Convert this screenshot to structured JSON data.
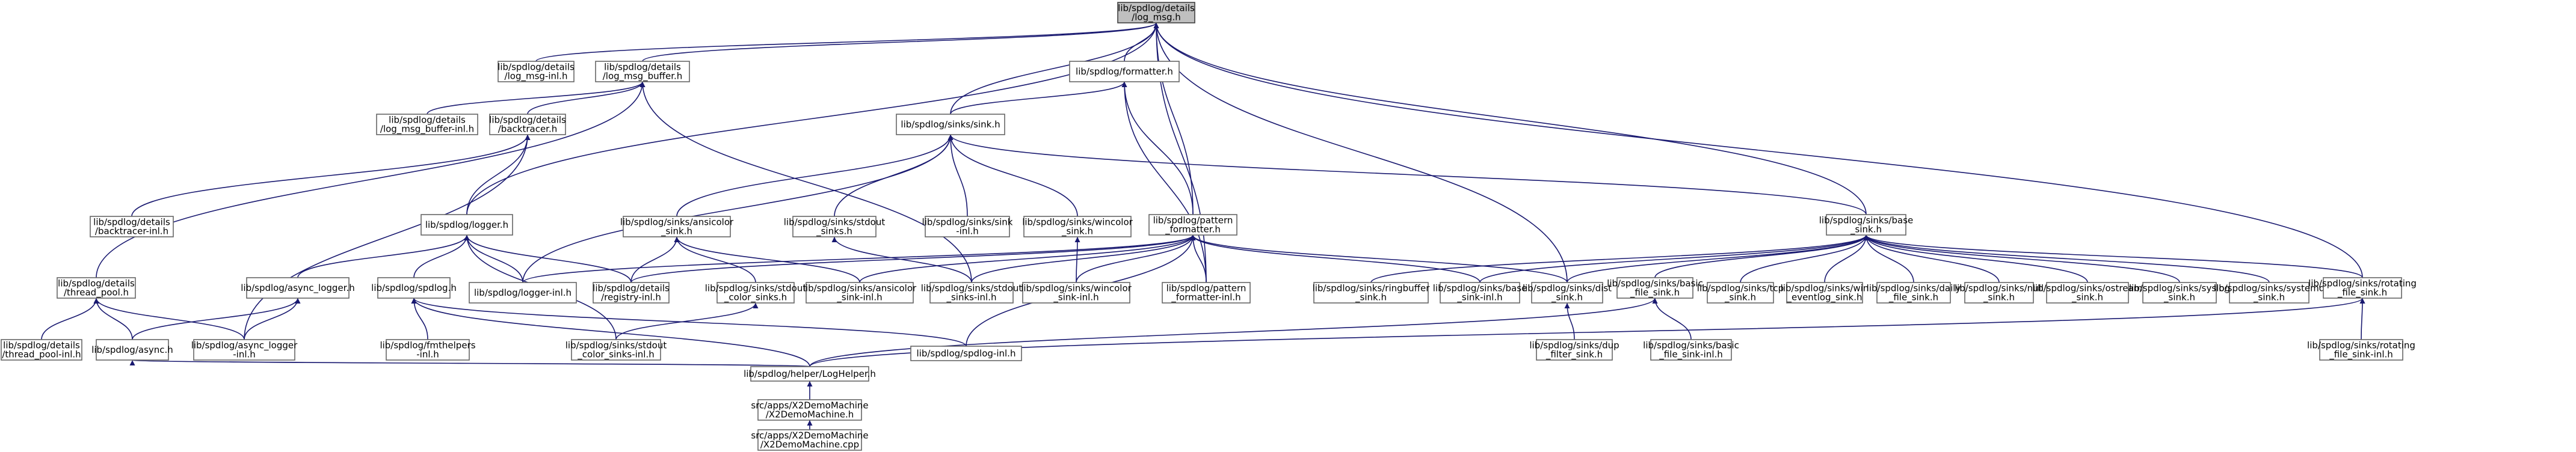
{
  "graph": {
    "colors": {
      "edge": "#191970",
      "node_border": "#666666",
      "root_fill": "#bfbfbf",
      "node_fill": "#ffffff"
    },
    "nodes": [
      {
        "id": "log_msg",
        "lines": [
          "lib/spdlog/details",
          "/log_msg.h"
        ],
        "root": true
      },
      {
        "id": "log_msg_inl",
        "lines": [
          "lib/spdlog/details",
          "/log_msg-inl.h"
        ]
      },
      {
        "id": "log_msg_buffer",
        "lines": [
          "lib/spdlog/details",
          "/log_msg_buffer.h"
        ]
      },
      {
        "id": "formatter",
        "lines": [
          "lib/spdlog/formatter.h"
        ]
      },
      {
        "id": "log_msg_buffer_inl",
        "lines": [
          "lib/spdlog/details",
          "/log_msg_buffer-inl.h"
        ]
      },
      {
        "id": "backtracer",
        "lines": [
          "lib/spdlog/details",
          "/backtracer.h"
        ]
      },
      {
        "id": "sink",
        "lines": [
          "lib/spdlog/sinks/sink.h"
        ]
      },
      {
        "id": "backtracer_inl",
        "lines": [
          "lib/spdlog/details",
          "/backtracer-inl.h"
        ]
      },
      {
        "id": "logger",
        "lines": [
          "lib/spdlog/logger.h"
        ]
      },
      {
        "id": "ansicolor_sink",
        "lines": [
          "lib/spdlog/sinks/ansicolor",
          "_sink.h"
        ]
      },
      {
        "id": "stdout_sinks",
        "lines": [
          "lib/spdlog/sinks/stdout",
          "_sinks.h"
        ]
      },
      {
        "id": "sink_inl",
        "lines": [
          "lib/spdlog/sinks/sink",
          "-inl.h"
        ]
      },
      {
        "id": "wincolor_sink",
        "lines": [
          "lib/spdlog/sinks/wincolor",
          "_sink.h"
        ]
      },
      {
        "id": "pattern_formatter",
        "lines": [
          "lib/spdlog/pattern",
          "_formatter.h"
        ]
      },
      {
        "id": "base_sink",
        "lines": [
          "lib/spdlog/sinks/base",
          "_sink.h"
        ]
      },
      {
        "id": "thread_pool",
        "lines": [
          "lib/spdlog/details",
          "/thread_pool.h"
        ]
      },
      {
        "id": "async_logger",
        "lines": [
          "lib/spdlog/async_logger.h"
        ]
      },
      {
        "id": "spdlog",
        "lines": [
          "lib/spdlog/spdlog.h"
        ]
      },
      {
        "id": "logger_inl",
        "lines": [
          "lib/spdlog/logger-inl.h"
        ]
      },
      {
        "id": "registry_inl",
        "lines": [
          "lib/spdlog/details",
          "/registry-inl.h"
        ]
      },
      {
        "id": "stdout_color_sinks",
        "lines": [
          "lib/spdlog/sinks/stdout",
          "_color_sinks.h"
        ]
      },
      {
        "id": "ansicolor_sink_inl",
        "lines": [
          "lib/spdlog/sinks/ansicolor",
          "_sink-inl.h"
        ]
      },
      {
        "id": "stdout_sinks_inl",
        "lines": [
          "lib/spdlog/sinks/stdout",
          "_sinks-inl.h"
        ]
      },
      {
        "id": "wincolor_sink_inl",
        "lines": [
          "lib/spdlog/sinks/wincolor",
          "_sink-inl.h"
        ]
      },
      {
        "id": "pattern_formatter_inl",
        "lines": [
          "lib/spdlog/pattern",
          "_formatter-inl.h"
        ]
      },
      {
        "id": "ringbuffer_sink",
        "lines": [
          "lib/spdlog/sinks/ringbuffer",
          "_sink.h"
        ]
      },
      {
        "id": "base_sink_inl",
        "lines": [
          "lib/spdlog/sinks/base",
          "_sink-inl.h"
        ]
      },
      {
        "id": "dist_sink",
        "lines": [
          "lib/spdlog/sinks/dist",
          "_sink.h"
        ]
      },
      {
        "id": "basic_file_sink",
        "lines": [
          "lib/spdlog/sinks/basic",
          "_file_sink.h"
        ]
      },
      {
        "id": "tcp_sink",
        "lines": [
          "lib/spdlog/sinks/tcp",
          "_sink.h"
        ]
      },
      {
        "id": "win_eventlog_sink",
        "lines": [
          "lib/spdlog/sinks/win",
          "_eventlog_sink.h"
        ]
      },
      {
        "id": "daily_file_sink",
        "lines": [
          "lib/spdlog/sinks/daily",
          "_file_sink.h"
        ]
      },
      {
        "id": "null_sink",
        "lines": [
          "lib/spdlog/sinks/null",
          "_sink.h"
        ]
      },
      {
        "id": "ostream_sink",
        "lines": [
          "lib/spdlog/sinks/ostream",
          "_sink.h"
        ]
      },
      {
        "id": "syslog_sink",
        "lines": [
          "lib/spdlog/sinks/syslog",
          "_sink.h"
        ]
      },
      {
        "id": "systemd_sink",
        "lines": [
          "lib/spdlog/sinks/systemd",
          "_sink.h"
        ]
      },
      {
        "id": "rotating_file_sink",
        "lines": [
          "lib/spdlog/sinks/rotating",
          "_file_sink.h"
        ]
      },
      {
        "id": "thread_pool_inl",
        "lines": [
          "lib/spdlog/details",
          "/thread_pool-inl.h"
        ]
      },
      {
        "id": "async",
        "lines": [
          "lib/spdlog/async.h"
        ]
      },
      {
        "id": "async_logger_inl",
        "lines": [
          "lib/spdlog/async_logger",
          "-inl.h"
        ]
      },
      {
        "id": "fmt_helpers",
        "lines": [
          "lib/spdlog/fmthelpers",
          "-inl.h"
        ]
      },
      {
        "id": "stdout_color_sinks_inl",
        "lines": [
          "lib/spdlog/sinks/stdout",
          "_color_sinks-inl.h"
        ]
      },
      {
        "id": "spdlog_inl",
        "lines": [
          "lib/spdlog/spdlog-inl.h"
        ]
      },
      {
        "id": "dup_filter_sink",
        "lines": [
          "lib/spdlog/sinks/dup",
          "_filter_sink.h"
        ]
      },
      {
        "id": "basic_file_sink_inl",
        "lines": [
          "lib/spdlog/sinks/basic",
          "_file_sink-inl.h"
        ]
      },
      {
        "id": "rotating_file_sink_inl",
        "lines": [
          "lib/spdlog/sinks/rotating",
          "_file_sink-inl.h"
        ]
      },
      {
        "id": "loghelper",
        "lines": [
          "lib/spdlog/helper/LogHelper.h"
        ]
      },
      {
        "id": "x2demo_h",
        "lines": [
          "src/apps/X2DemoMachine",
          "/X2DemoMachine.h"
        ]
      },
      {
        "id": "x2demo_cpp",
        "lines": [
          "src/apps/X2DemoMachine",
          "/X2DemoMachine.cpp"
        ]
      }
    ],
    "edges": [
      [
        "log_msg_inl",
        "log_msg"
      ],
      [
        "log_msg_buffer",
        "log_msg"
      ],
      [
        "formatter",
        "log_msg"
      ],
      [
        "sink",
        "log_msg"
      ],
      [
        "logger",
        "log_msg"
      ],
      [
        "pattern_formatter",
        "log_msg"
      ],
      [
        "base_sink",
        "log_msg"
      ],
      [
        "pattern_formatter_inl",
        "log_msg"
      ],
      [
        "dist_sink",
        "log_msg"
      ],
      [
        "rotating_file_sink",
        "log_msg"
      ],
      [
        "log_msg_buffer_inl",
        "log_msg_buffer"
      ],
      [
        "backtracer",
        "log_msg_buffer"
      ],
      [
        "thread_pool",
        "log_msg_buffer"
      ],
      [
        "stdout_sinks_inl",
        "log_msg_buffer"
      ],
      [
        "backtracer_inl",
        "backtracer"
      ],
      [
        "logger",
        "backtracer"
      ],
      [
        "async_logger_inl",
        "backtracer"
      ],
      [
        "sink",
        "formatter"
      ],
      [
        "pattern_formatter",
        "formatter"
      ],
      [
        "pattern_formatter_inl",
        "formatter"
      ],
      [
        "ansicolor_sink",
        "sink"
      ],
      [
        "stdout_sinks",
        "sink"
      ],
      [
        "sink_inl",
        "sink"
      ],
      [
        "wincolor_sink",
        "sink"
      ],
      [
        "base_sink",
        "sink"
      ],
      [
        "logger_inl",
        "sink"
      ],
      [
        "async_logger",
        "logger"
      ],
      [
        "spdlog",
        "logger"
      ],
      [
        "logger_inl",
        "logger"
      ],
      [
        "registry_inl",
        "logger"
      ],
      [
        "stdout_color_sinks_inl",
        "logger"
      ],
      [
        "registry_inl",
        "ansicolor_sink"
      ],
      [
        "stdout_color_sinks",
        "ansicolor_sink"
      ],
      [
        "ansicolor_sink_inl",
        "ansicolor_sink"
      ],
      [
        "stdout_sinks_inl",
        "stdout_sinks"
      ],
      [
        "wincolor_sink_inl",
        "wincolor_sink"
      ],
      [
        "logger_inl",
        "pattern_formatter"
      ],
      [
        "registry_inl",
        "pattern_formatter"
      ],
      [
        "ansicolor_sink_inl",
        "pattern_formatter"
      ],
      [
        "stdout_sinks_inl",
        "pattern_formatter"
      ],
      [
        "wincolor_sink_inl",
        "pattern_formatter"
      ],
      [
        "pattern_formatter_inl",
        "pattern_formatter"
      ],
      [
        "base_sink_inl",
        "pattern_formatter"
      ],
      [
        "dist_sink",
        "pattern_formatter"
      ],
      [
        "spdlog_inl",
        "pattern_formatter"
      ],
      [
        "ringbuffer_sink",
        "base_sink"
      ],
      [
        "base_sink_inl",
        "base_sink"
      ],
      [
        "dist_sink",
        "base_sink"
      ],
      [
        "basic_file_sink",
        "base_sink"
      ],
      [
        "tcp_sink",
        "base_sink"
      ],
      [
        "win_eventlog_sink",
        "base_sink"
      ],
      [
        "daily_file_sink",
        "base_sink"
      ],
      [
        "null_sink",
        "base_sink"
      ],
      [
        "ostream_sink",
        "base_sink"
      ],
      [
        "syslog_sink",
        "base_sink"
      ],
      [
        "systemd_sink",
        "base_sink"
      ],
      [
        "rotating_file_sink",
        "base_sink"
      ],
      [
        "thread_pool_inl",
        "thread_pool"
      ],
      [
        "async",
        "thread_pool"
      ],
      [
        "async_logger_inl",
        "thread_pool"
      ],
      [
        "async",
        "async_logger"
      ],
      [
        "async_logger_inl",
        "async_logger"
      ],
      [
        "fmt_helpers",
        "spdlog"
      ],
      [
        "spdlog_inl",
        "spdlog"
      ],
      [
        "loghelper",
        "spdlog"
      ],
      [
        "stdout_color_sinks_inl",
        "stdout_color_sinks"
      ],
      [
        "dup_filter_sink",
        "dist_sink"
      ],
      [
        "basic_file_sink_inl",
        "basic_file_sink"
      ],
      [
        "loghelper",
        "basic_file_sink"
      ],
      [
        "rotating_file_sink_inl",
        "rotating_file_sink"
      ],
      [
        "loghelper",
        "rotating_file_sink"
      ],
      [
        "loghelper",
        "async"
      ],
      [
        "x2demo_h",
        "loghelper"
      ],
      [
        "x2demo_cpp",
        "x2demo_h"
      ]
    ]
  }
}
